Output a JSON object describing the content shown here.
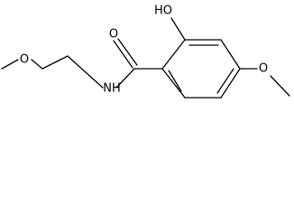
{
  "molecule": {
    "atom_labels": {
      "hydroxyl": "HO",
      "carbonyl_oxygen": "O",
      "amide_nitrogen": "NH",
      "ether_oxygen_left": "O",
      "ether_oxygen_right": "O"
    },
    "colors": {
      "bond": "#000000",
      "label": "#000000",
      "background": "#ffffff"
    }
  }
}
